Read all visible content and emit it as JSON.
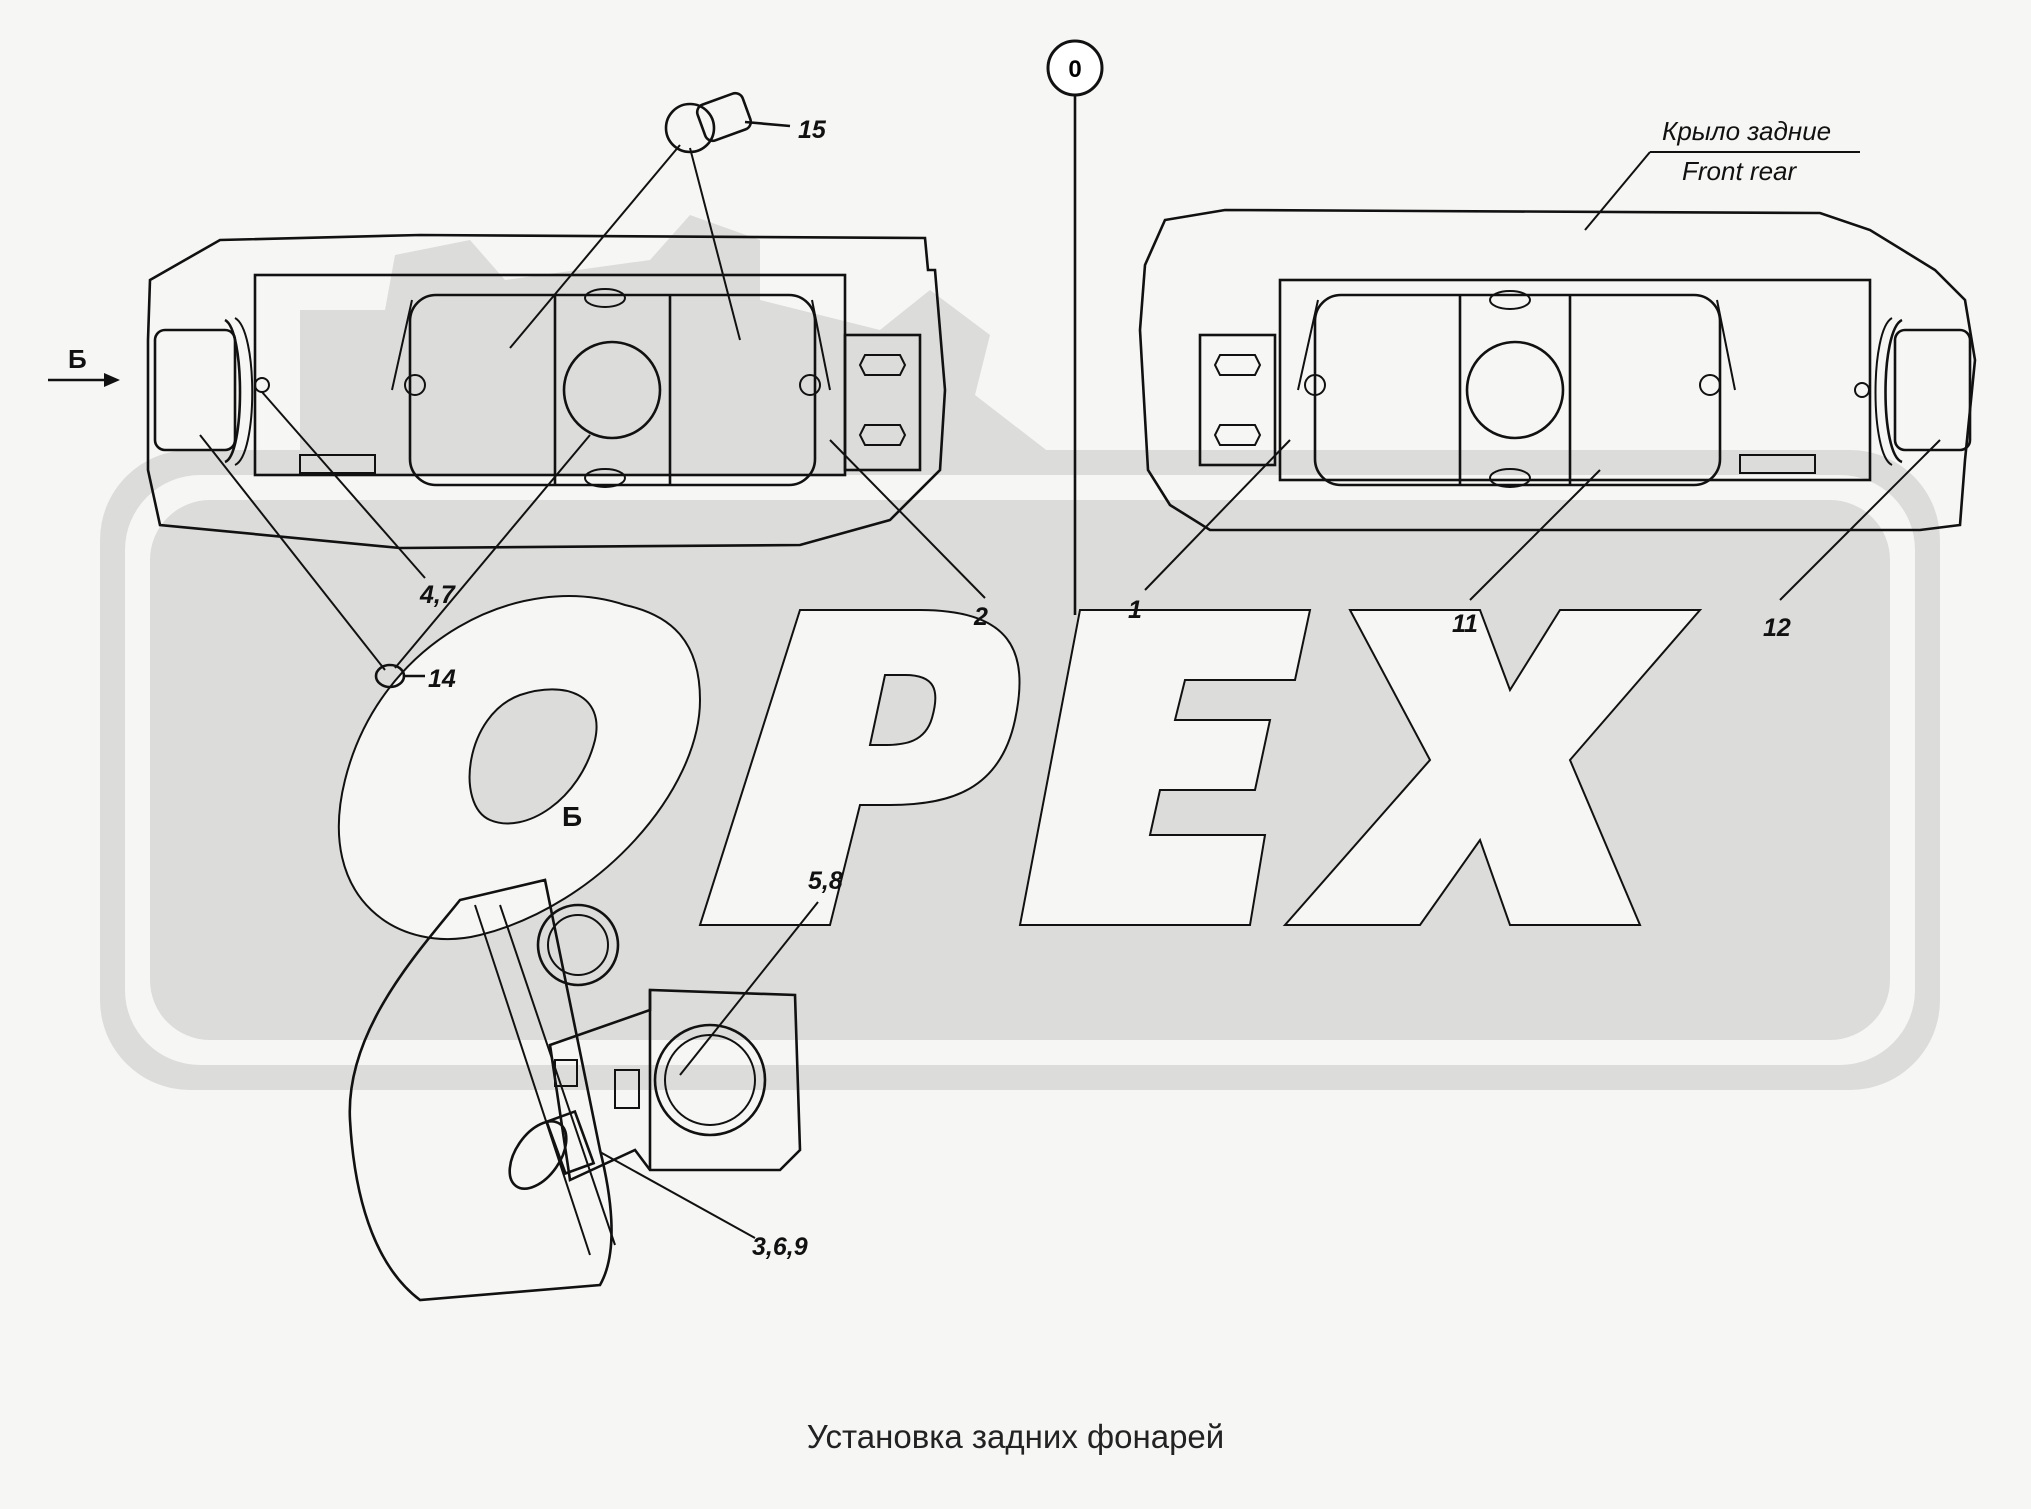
{
  "watermark": {
    "text": "OPEX",
    "color": "#dcdcda"
  },
  "section_marker": "0",
  "view_marks": {
    "arrow_label": "Б",
    "view_label": "Б"
  },
  "fender_label": {
    "ru": "Крыло задние",
    "en": "Front rear"
  },
  "callouts": {
    "c15": "15",
    "c47": "4,7",
    "c14": "14",
    "c2": "2",
    "c1": "1",
    "c11": "11",
    "c12": "12",
    "c58": "5,8",
    "c369": "3,6,9"
  },
  "caption": "Установка задних фонарей"
}
